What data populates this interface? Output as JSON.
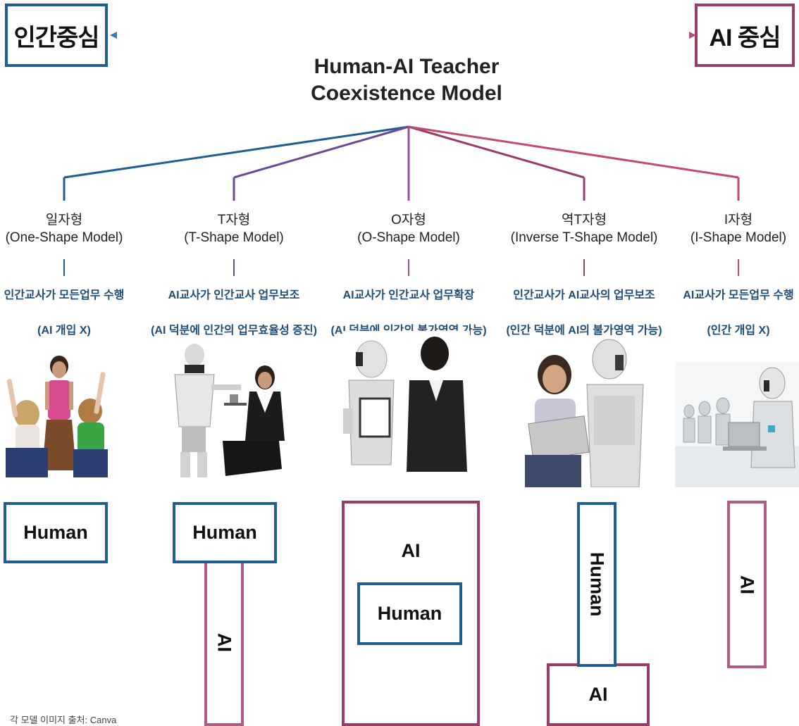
{
  "header": {
    "left_label": "인간중심",
    "right_label": "AI 중심",
    "title_line1": "Human-AI Teacher",
    "title_line2": "Coexistence Model"
  },
  "models": [
    {
      "name_ko": "일자형",
      "name_en": "(One-Shape Model)",
      "description": "인간교사가 모든업무 수행",
      "detail": "(AI 개입 X)",
      "diagram": {
        "human": "Human"
      }
    },
    {
      "name_ko": "T자형",
      "name_en": "(T-Shape Model)",
      "description": "AI교사가 인간교사 업무보조",
      "detail": "(AI 덕분에 인간의 업무효율성 증진)",
      "diagram": {
        "human": "Human",
        "ai": "AI"
      }
    },
    {
      "name_ko": "O자형",
      "name_en": "(O-Shape Model)",
      "description": "AI교사가 인간교사 업무확장",
      "detail": "(AI 덕분에 인간의 불가영역 가능)",
      "diagram": {
        "human": "Human",
        "ai": "AI"
      }
    },
    {
      "name_ko": "역T자형",
      "name_en": "(Inverse T-Shape Model)",
      "description": "인간교사가 AI교사의 업무보조",
      "detail": "(인간 덕분에 AI의 불가영역 가능)",
      "diagram": {
        "human": "Human",
        "ai": "AI"
      }
    },
    {
      "name_ko": "I자형",
      "name_en": "(I-Shape Model)",
      "description": "AI교사가 모든업무 수행",
      "detail": "(인간 개입 X)",
      "diagram": {
        "ai": "AI"
      }
    }
  ],
  "source_note": "각 모델 이미지 출처: Canva",
  "colors": {
    "human_blue": "#1f5e93",
    "ai_pink": "#b05a85",
    "ai_plum": "#9a3c6b",
    "text_blue": "#1e4d77"
  }
}
